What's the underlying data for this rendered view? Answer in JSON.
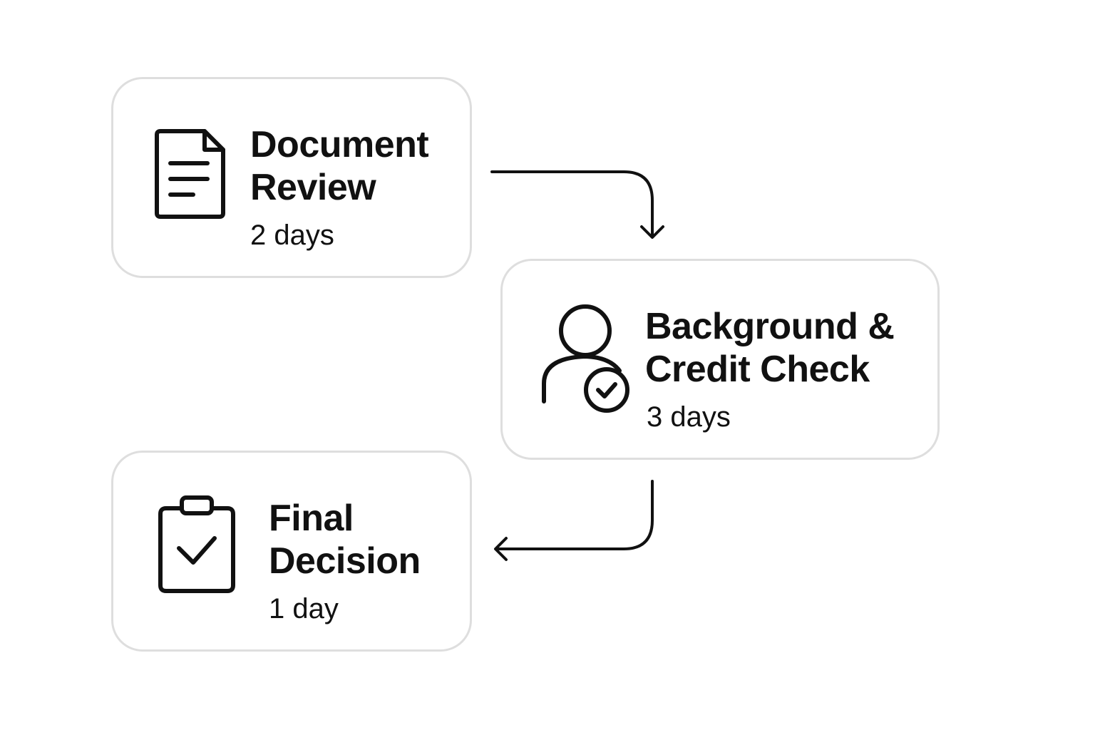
{
  "steps": [
    {
      "title_lines": [
        "Document",
        "Review"
      ],
      "duration": "2 days",
      "icon": "document-icon"
    },
    {
      "title_lines": [
        "Background &",
        "Credit Check"
      ],
      "duration": "3 days",
      "icon": "user-check-icon"
    },
    {
      "title_lines": [
        "Final",
        "Decision"
      ],
      "duration": "1 day",
      "icon": "clipboard-check-icon"
    }
  ],
  "colors": {
    "ink": "#111111",
    "card_border": "#dedede",
    "background": "#ffffff"
  }
}
